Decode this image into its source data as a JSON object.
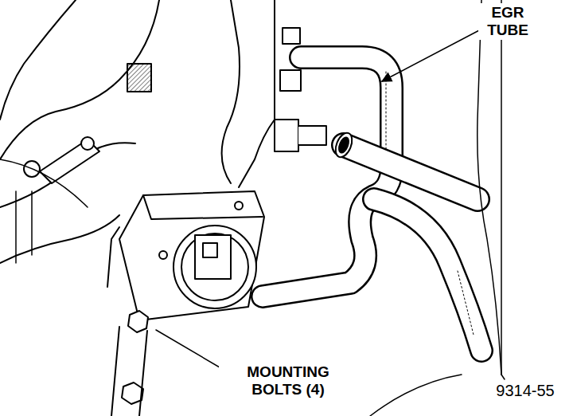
{
  "diagram": {
    "labels": [
      "EGR TUBE",
      "MOUNTING BOLTS (4)",
      "9314-55"
    ]
  }
}
